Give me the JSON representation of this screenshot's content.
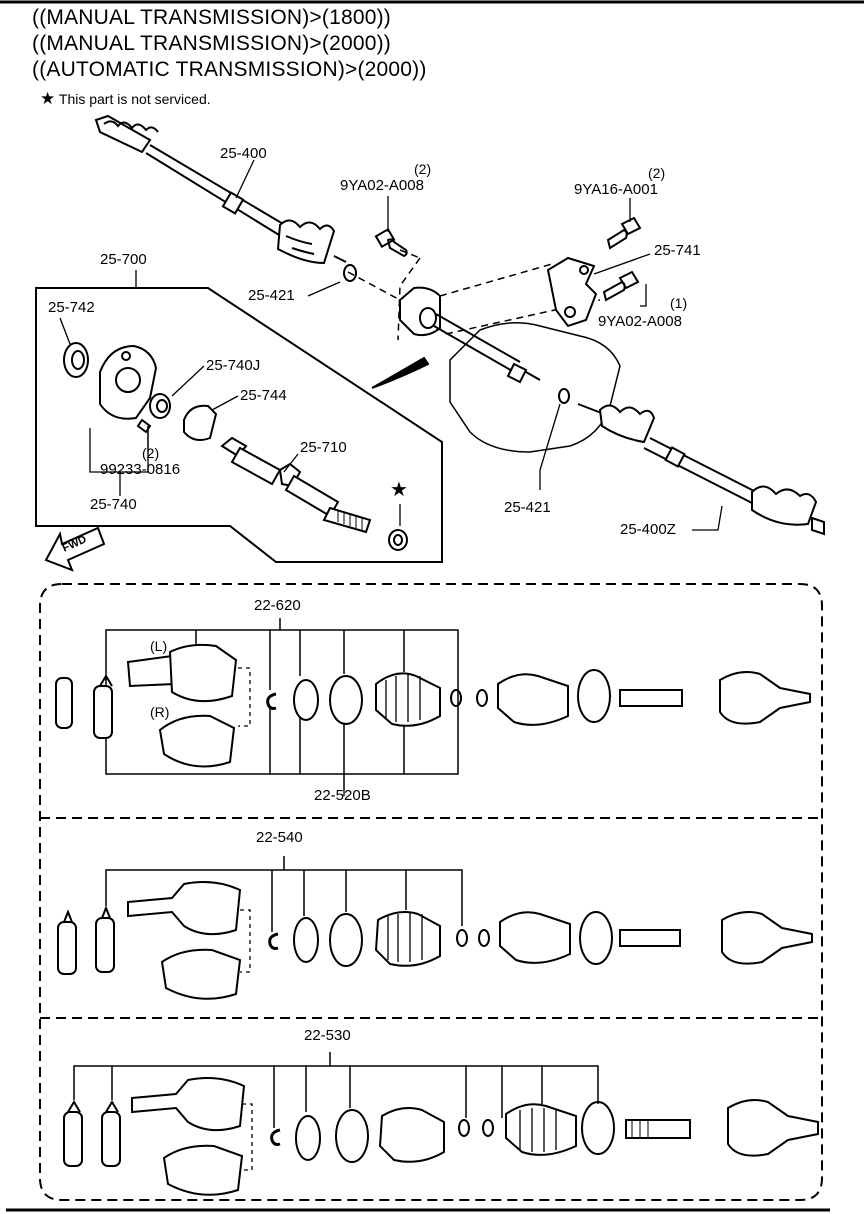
{
  "header": {
    "line1": "((MANUAL TRANSMISSION)>(1800))",
    "line2": "((MANUAL TRANSMISSION)>(2000))",
    "line3": "((AUTOMATIC TRANSMISSION)>(2000))",
    "note": "This part is not serviced.",
    "note_icon": "star-icon"
  },
  "labels": {
    "p25_400": "25-400",
    "p9ya02_a": "9YA02-A008",
    "p9ya02_a_qty": "(2)",
    "p9ya16": "9YA16-A001",
    "p9ya16_qty": "(2)",
    "p25_741": "25-741",
    "p9ya02_b": "9YA02-A008",
    "p9ya02_b_qty": "(1)",
    "p25_700": "25-700",
    "p25_742": "25-742",
    "p25_740j": "25-740J",
    "p25_744": "25-744",
    "p25_421_a": "25-421",
    "p99233": "99233-0816",
    "p99233_qty": "(2)",
    "p25_710": "25-710",
    "p25_740": "25-740",
    "p25_421_b": "25-421",
    "p25_400z": "25-400Z",
    "fwd": "FWD",
    "p22_620": "22-620",
    "l_mark": "(L)",
    "r_mark": "(R)",
    "p22_520b": "22-520B",
    "p22_540": "22-540",
    "p22_530": "22-530"
  }
}
